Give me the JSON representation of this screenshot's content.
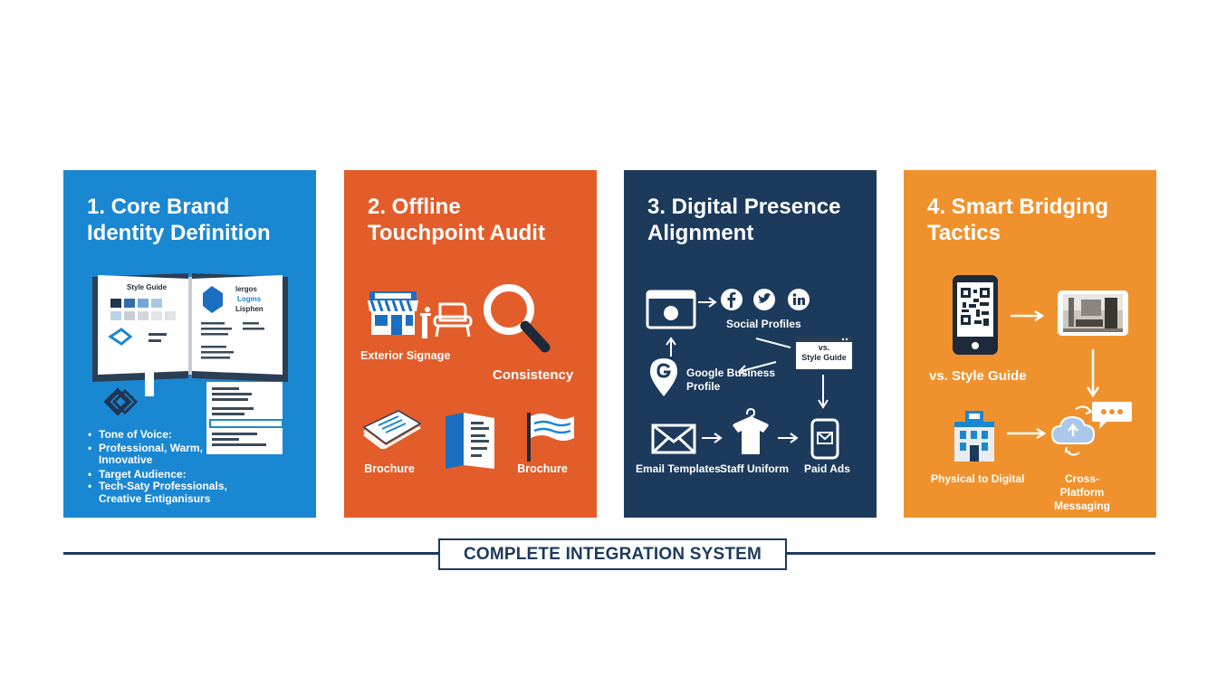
{
  "colors": {
    "panel1": "#1a87d2",
    "panel2": "#e35d2a",
    "panel3": "#1c3a5c",
    "panel4": "#ef922d",
    "rule": "#1e3a5c"
  },
  "panels": [
    {
      "title": "1. Core Brand\nIdentity Definition",
      "book_left_title": "Style Guide",
      "book_right_lines": [
        "lergos",
        "Logms",
        "Lisphen"
      ],
      "bullets": [
        "Tone of Voice:",
        "Professional, Warm,\nInnovative",
        "Target Audience:",
        "Tech-Saty Professionals,\nCreative Entiganisurs"
      ]
    },
    {
      "title": "2. Offline\nTouchpoint Audit",
      "labels": {
        "exterior_signage": "Exterior Signage",
        "consistency": "Consistency",
        "brochure_left": "Brochure",
        "brochure_right": "Brochure"
      },
      "icons": [
        "storefront-icon",
        "armchair-icon",
        "magnifier-icon",
        "business-cards-icon",
        "brochure-icon",
        "flag-icon"
      ]
    },
    {
      "title": "3. Digital Presence\nAlignment",
      "labels": {
        "social_profiles": "Social Profiles",
        "style_guide": "vs.\nStyle Guide",
        "google_business": "Google Business\nProfile",
        "email_templates": "Email Templates",
        "staff_uniform": "Staff Uniform",
        "paid_ads": "Paid Ads"
      },
      "icons": [
        "browser-window-icon",
        "facebook-icon",
        "twitter-icon",
        "linkedin-icon",
        "map-pin-icon",
        "envelope-icon",
        "tshirt-icon",
        "phone-ad-icon"
      ]
    },
    {
      "title": "4. Smart Bridging\nTactics",
      "labels": {
        "style_guide": "vs. Style Guide",
        "physical_to_digital": "Physical to Digital",
        "cross_platform": "Cross-Platform\nMessaging"
      },
      "icons": [
        "qr-phone-icon",
        "tablet-photo-icon",
        "building-icon",
        "chat-bubble-icon",
        "cloud-sync-icon"
      ]
    }
  ],
  "footer": {
    "system_label": "COMPLETE INTEGRATION SYSTEM"
  }
}
